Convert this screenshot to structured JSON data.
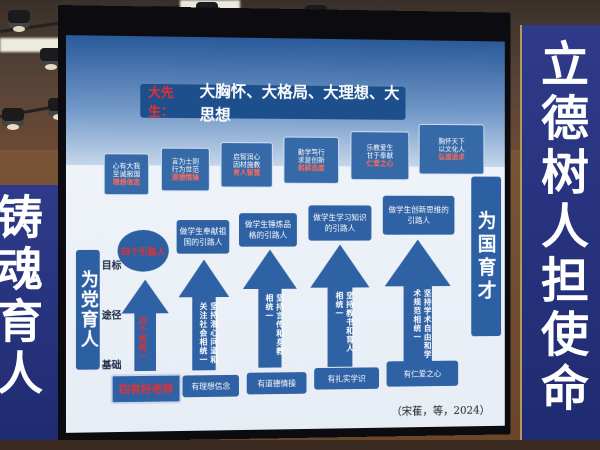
{
  "slide": {
    "title_lead": "大先生：",
    "title": "大胸怀、大格局、大理想、大思想",
    "top_boxes": [
      {
        "line1": "心有大我",
        "line2": "至诚报国",
        "highlight": "理想信念"
      },
      {
        "line1": "言为士则",
        "line2": "行为世范",
        "highlight": "道德情操"
      },
      {
        "line1": "启智润心",
        "line2": "因材施教",
        "highlight": "育人智慧"
      },
      {
        "line1": "勤学笃行",
        "line2": "求是创新",
        "highlight": "躬耕态度"
      },
      {
        "line1": "乐教爱生",
        "line2": "甘于奉献",
        "highlight": "仁爱之心"
      },
      {
        "line1": "胸怀天下",
        "line2": "以文化人",
        "highlight": "弘道追求"
      }
    ],
    "left_side": "为党育人",
    "right_side": "为国育才",
    "row_labels": [
      "目标",
      "途径",
      "基础"
    ],
    "ellipse": "四个引路人",
    "arrow_captions": [
      "做学生锤炼品格的引路人",
      "做学生学习知识的引路人",
      "做学生创新思维的引路人",
      "做学生奉献祖国的引路人"
    ],
    "arrows": [
      {
        "text": "四个相统一"
      },
      {
        "text": "坚持潜心问道和关注社会相统一"
      },
      {
        "text": "坚持言传和身教相统一"
      },
      {
        "text": "坚持教书和育人相统一"
      },
      {
        "text": "坚持学术自由和学术规范相统一"
      }
    ],
    "bottom_main": "四有好老师",
    "bottom_boxes": [
      "有理想信念",
      "有道德情操",
      "有扎实学识",
      "有仁爱之心"
    ],
    "citation": "（宋萑，等，2024）"
  },
  "banners": {
    "left": "铸魂育人",
    "right": "立德树人担使命"
  },
  "colors": {
    "slide_blue": "#2f61a5",
    "highlight_red": "#e73030",
    "banner_blue": "#1f2a70"
  }
}
